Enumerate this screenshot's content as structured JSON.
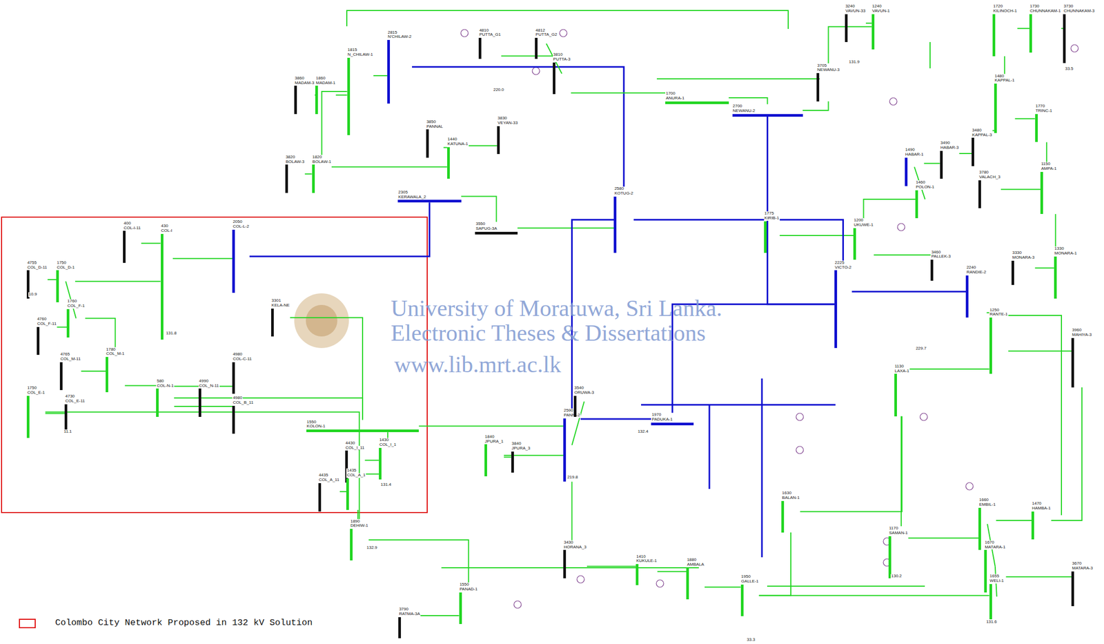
{
  "diagram": {
    "nodes": [
      {
        "text": [
          "4755",
          "COL_D-11"
        ]
      },
      {
        "text": [
          "1750",
          "COL_D-1"
        ]
      },
      {
        "text": [
          "400",
          "COL-I-11"
        ]
      },
      {
        "text": [
          "430",
          "COL-I"
        ]
      },
      {
        "text": [
          "2050",
          "COL-L-2"
        ]
      },
      {
        "text": [
          "1760",
          "COL_F-1"
        ]
      },
      {
        "text": [
          "4760",
          "COL_F-11"
        ]
      },
      {
        "text": [
          "4765",
          "COL_M-11"
        ]
      },
      {
        "text": [
          "1780",
          "COL_M-1"
        ]
      },
      {
        "text": [
          "4980",
          "COL-C-11"
        ]
      },
      {
        "text": [
          "580",
          "COL-N-1"
        ]
      },
      {
        "text": [
          "4990",
          "COL_N-11"
        ]
      },
      {
        "text": [
          "4980",
          "COL_B_11"
        ]
      },
      {
        "text": [
          "1750",
          "COL_E-1"
        ]
      },
      {
        "text": [
          "4730",
          "COL_E-11"
        ]
      },
      {
        "text": [
          "1550",
          "KOLON-1"
        ]
      },
      {
        "text": [
          "4430",
          "COL_I_11"
        ]
      },
      {
        "text": [
          "1430",
          "COL_I_1"
        ]
      },
      {
        "text": [
          "4435",
          "COL_A_11"
        ]
      },
      {
        "text": [
          "1435",
          "COL_A_1"
        ]
      },
      {
        "text": [
          "3301",
          "KELA-NE"
        ]
      },
      {
        "text": [
          "1815",
          "N_CHILAW-1"
        ]
      },
      {
        "text": [
          "2815",
          "N'CHILAW-2"
        ]
      },
      {
        "text": [
          "3860",
          "MADAM-3"
        ]
      },
      {
        "text": [
          "1860",
          "MADAM-1"
        ]
      },
      {
        "text": [
          "3820",
          "BOLAW-3"
        ]
      },
      {
        "text": [
          "1820",
          "BOLAW-1"
        ]
      },
      {
        "text": [
          "3850",
          "PANNAL"
        ]
      },
      {
        "text": [
          "1440",
          "KATUNA-1"
        ]
      },
      {
        "text": [
          "3830",
          "VEYAN-33"
        ]
      },
      {
        "text": [
          "2305",
          "KERAWALA_2"
        ]
      },
      {
        "text": [
          "3550",
          "SAPUG-3A"
        ]
      },
      {
        "text": [
          "2580",
          "KOTUG-2"
        ]
      },
      {
        "text": [
          "4810",
          "PUTTA_G1"
        ]
      },
      {
        "text": [
          "4812",
          "PUTTA_G2"
        ]
      },
      {
        "text": [
          "3810",
          "PUTTA-3"
        ]
      },
      {
        "text": [
          "1700",
          "ANURA-1"
        ]
      },
      {
        "text": [
          "2700",
          "NEWANU-2"
        ]
      },
      {
        "text": [
          "3705",
          "NEWANU-3"
        ]
      },
      {
        "text": [
          "3240",
          "VAVUN-33"
        ]
      },
      {
        "text": [
          "1240",
          "VAVUN-1"
        ]
      },
      {
        "text": [
          "1720",
          "KILINOCH-1"
        ]
      },
      {
        "text": [
          "1730",
          "CHUNNAKAM-1"
        ]
      },
      {
        "text": [
          "3730",
          "CHUNNAKAM-3"
        ]
      },
      {
        "text": [
          "1480",
          "KAPPAL-1"
        ]
      },
      {
        "text": [
          "1770",
          "TRINC-1"
        ]
      },
      {
        "text": [
          "3480",
          "KAPPAL-3"
        ]
      },
      {
        "text": [
          "3490",
          "HABAR-3"
        ]
      },
      {
        "text": [
          "1490",
          "HABAR-1"
        ]
      },
      {
        "text": [
          "3780",
          "VALACH_3"
        ]
      },
      {
        "text": [
          "1150",
          "AMPA-1"
        ]
      },
      {
        "text": [
          "1460",
          "POLON-1"
        ]
      },
      {
        "text": [
          "1775",
          "KIRIB-1"
        ]
      },
      {
        "text": [
          "1200",
          "UKUWE-1"
        ]
      },
      {
        "text": [
          "3460",
          "PALLEK-3"
        ]
      },
      {
        "text": [
          "1330",
          "MONARA-1"
        ]
      },
      {
        "text": [
          "3330",
          "MONARA-3"
        ]
      },
      {
        "text": [
          "2240",
          "RANDIE-2"
        ]
      },
      {
        "text": [
          "1250",
          "RANTE-1"
        ]
      },
      {
        "text": [
          "3960",
          "MAHIYA-3"
        ]
      },
      {
        "text": [
          "1130",
          "LAXA-1"
        ]
      },
      {
        "text": [
          "2590",
          "PANNI-2"
        ]
      },
      {
        "text": [
          "1970",
          "PADUKA-1"
        ]
      },
      {
        "text": [
          "3540",
          "ORUWA-3"
        ]
      },
      {
        "text": [
          "1840",
          "JPURA_1"
        ]
      },
      {
        "text": [
          "3840",
          "JPURA_3"
        ]
      },
      {
        "text": [
          "3430",
          "HORANA_3"
        ]
      },
      {
        "text": [
          "1410",
          "KUKULE-1"
        ]
      },
      {
        "text": [
          "1880",
          "AMBALA"
        ]
      },
      {
        "text": [
          "1950",
          "GALLE-1"
        ]
      },
      {
        "text": [
          "1630",
          "BALAN-1"
        ]
      },
      {
        "text": [
          "1170",
          "SAMAN-1"
        ]
      },
      {
        "text": [
          "1660",
          "EMBIL-1"
        ]
      },
      {
        "text": [
          "1470",
          "HAMBA-1"
        ]
      },
      {
        "text": [
          "1670",
          "MATARA-1"
        ]
      },
      {
        "text": [
          "3670",
          "MATARA-3"
        ]
      },
      {
        "text": [
          "1655",
          "WELI-1"
        ]
      },
      {
        "text": [
          "1890",
          "DEHIW-1"
        ]
      },
      {
        "text": [
          "1550",
          "PANAD-1"
        ]
      },
      {
        "text": [
          "3790",
          "RATMA-3A"
        ]
      },
      {
        "text": [
          "2225",
          "VICTO-2"
        ]
      }
    ],
    "edges": [
      {
        "from": 0,
        "to": 1,
        "arrow": "none"
      },
      {
        "from": 1,
        "to": 3,
        "arrow": "none"
      },
      {
        "from": 2,
        "to": 3,
        "arrow": "none"
      },
      {
        "from": 3,
        "to": 4,
        "arrow": "none"
      },
      {
        "from": 1,
        "to": 5,
        "arrow": "none"
      },
      {
        "from": 5,
        "to": 6,
        "arrow": "none"
      },
      {
        "from": 5,
        "to": 8,
        "arrow": "none"
      },
      {
        "from": 7,
        "to": 8,
        "arrow": "none"
      },
      {
        "from": 8,
        "to": 10,
        "arrow": "none"
      },
      {
        "from": 10,
        "to": 11,
        "arrow": "none"
      },
      {
        "from": 9,
        "to": 10,
        "arrow": "none"
      },
      {
        "from": 12,
        "to": 10,
        "arrow": "none"
      },
      {
        "from": 13,
        "to": 14,
        "arrow": "none"
      },
      {
        "from": 13,
        "to": 77,
        "arrow": "none"
      },
      {
        "from": 10,
        "to": 15,
        "arrow": "none"
      },
      {
        "from": 16,
        "to": 17,
        "arrow": "none"
      },
      {
        "from": 15,
        "to": 17,
        "arrow": "none"
      },
      {
        "from": 17,
        "to": 19,
        "arrow": "none"
      },
      {
        "from": 18,
        "to": 19,
        "arrow": "none"
      },
      {
        "from": 19,
        "to": 77,
        "arrow": "none"
      },
      {
        "from": 4,
        "to": 30,
        "arrow": "none"
      },
      {
        "from": 20,
        "to": 15,
        "arrow": "none"
      },
      {
        "from": 21,
        "to": 22,
        "arrow": "none"
      },
      {
        "from": 21,
        "to": 24,
        "arrow": "none"
      },
      {
        "from": 23,
        "to": 24,
        "arrow": "none"
      },
      {
        "from": 21,
        "to": 26,
        "arrow": "none"
      },
      {
        "from": 25,
        "to": 26,
        "arrow": "none"
      },
      {
        "from": 26,
        "to": 28,
        "arrow": "none"
      },
      {
        "from": 27,
        "to": 28,
        "arrow": "none"
      },
      {
        "from": 28,
        "to": 29,
        "arrow": "none"
      },
      {
        "from": 22,
        "to": 32,
        "arrow": "none"
      },
      {
        "from": 30,
        "to": 31,
        "arrow": "none"
      },
      {
        "from": 31,
        "to": 32,
        "arrow": "none"
      },
      {
        "from": 33,
        "to": 35,
        "arrow": "none"
      },
      {
        "from": 34,
        "to": 35,
        "arrow": "none"
      },
      {
        "from": 35,
        "to": 36,
        "arrow": "none"
      },
      {
        "from": 36,
        "to": 37,
        "arrow": "none"
      },
      {
        "from": 37,
        "to": 38,
        "arrow": "none"
      },
      {
        "from": 39,
        "to": 40,
        "arrow": "none"
      },
      {
        "from": 40,
        "to": 38,
        "arrow": "none"
      },
      {
        "from": 41,
        "to": 42,
        "arrow": "none"
      },
      {
        "from": 42,
        "to": 43,
        "arrow": "none"
      },
      {
        "from": 41,
        "to": 44,
        "arrow": "none"
      },
      {
        "from": 44,
        "to": 45,
        "arrow": "none"
      },
      {
        "from": 44,
        "to": 46,
        "arrow": "none"
      },
      {
        "from": 45,
        "to": 50,
        "arrow": "none"
      },
      {
        "from": 47,
        "to": 48,
        "arrow": "none"
      },
      {
        "from": 48,
        "to": 51,
        "arrow": "none"
      },
      {
        "from": 46,
        "to": 47,
        "arrow": "none"
      },
      {
        "from": 49,
        "to": 50,
        "arrow": "none"
      },
      {
        "from": 51,
        "to": 53,
        "arrow": "none"
      },
      {
        "from": 52,
        "to": 53,
        "arrow": "none"
      },
      {
        "from": 53,
        "to": 54,
        "arrow": "none"
      },
      {
        "from": 50,
        "to": 55,
        "arrow": "none"
      },
      {
        "from": 55,
        "to": 56,
        "arrow": "none"
      },
      {
        "from": 57,
        "to": 58,
        "arrow": "none"
      },
      {
        "from": 58,
        "to": 59,
        "arrow": "none"
      },
      {
        "from": 57,
        "to": 80,
        "arrow": "none"
      },
      {
        "from": 80,
        "to": 37,
        "arrow": "none"
      },
      {
        "from": 80,
        "to": 62,
        "arrow": "none"
      },
      {
        "from": 62,
        "to": 61,
        "arrow": "none"
      },
      {
        "from": 61,
        "to": 64,
        "arrow": "none"
      },
      {
        "from": 64,
        "to": 65,
        "arrow": "none"
      },
      {
        "from": 61,
        "to": 63,
        "arrow": "none"
      },
      {
        "from": 61,
        "to": 15,
        "arrow": "none"
      },
      {
        "from": 61,
        "to": 66,
        "arrow": "none"
      },
      {
        "from": 66,
        "to": 67,
        "arrow": "none"
      },
      {
        "from": 67,
        "to": 68,
        "arrow": "none"
      },
      {
        "from": 68,
        "to": 69,
        "arrow": "none"
      },
      {
        "from": 69,
        "to": 70,
        "arrow": "none"
      },
      {
        "from": 70,
        "to": 60,
        "arrow": "none"
      },
      {
        "from": 60,
        "to": 71,
        "arrow": "none"
      },
      {
        "from": 71,
        "to": 72,
        "arrow": "none"
      },
      {
        "from": 72,
        "to": 73,
        "arrow": "none"
      },
      {
        "from": 72,
        "to": 74,
        "arrow": "none"
      },
      {
        "from": 74,
        "to": 75,
        "arrow": "none"
      },
      {
        "from": 74,
        "to": 76,
        "arrow": "none"
      },
      {
        "from": 76,
        "to": 69,
        "arrow": "none"
      },
      {
        "from": 77,
        "to": 78,
        "arrow": "none"
      },
      {
        "from": 78,
        "to": 79,
        "arrow": "none"
      },
      {
        "from": 32,
        "to": 61,
        "arrow": "none"
      },
      {
        "from": 32,
        "to": 80,
        "arrow": "none"
      },
      {
        "from": 58,
        "to": 60,
        "arrow": "none"
      },
      {
        "from": 73,
        "to": 59,
        "arrow": "none"
      }
    ],
    "labels": [
      "University of Moratuwa, Sri Lanka.",
      "Electronic Theses & Dissertations",
      "www.lib.mrt.ac.lk",
      "131.8",
      "131.4",
      "132.4",
      "220.0",
      "229.7",
      "33.5",
      "131.9",
      "11.1",
      "10.9",
      "132.9",
      "219.8",
      "130.2",
      "131.6",
      "33.3"
    ],
    "legend": [
      {
        "text": "Colombo City Network Proposed in 132 kV Solution"
      }
    ]
  }
}
